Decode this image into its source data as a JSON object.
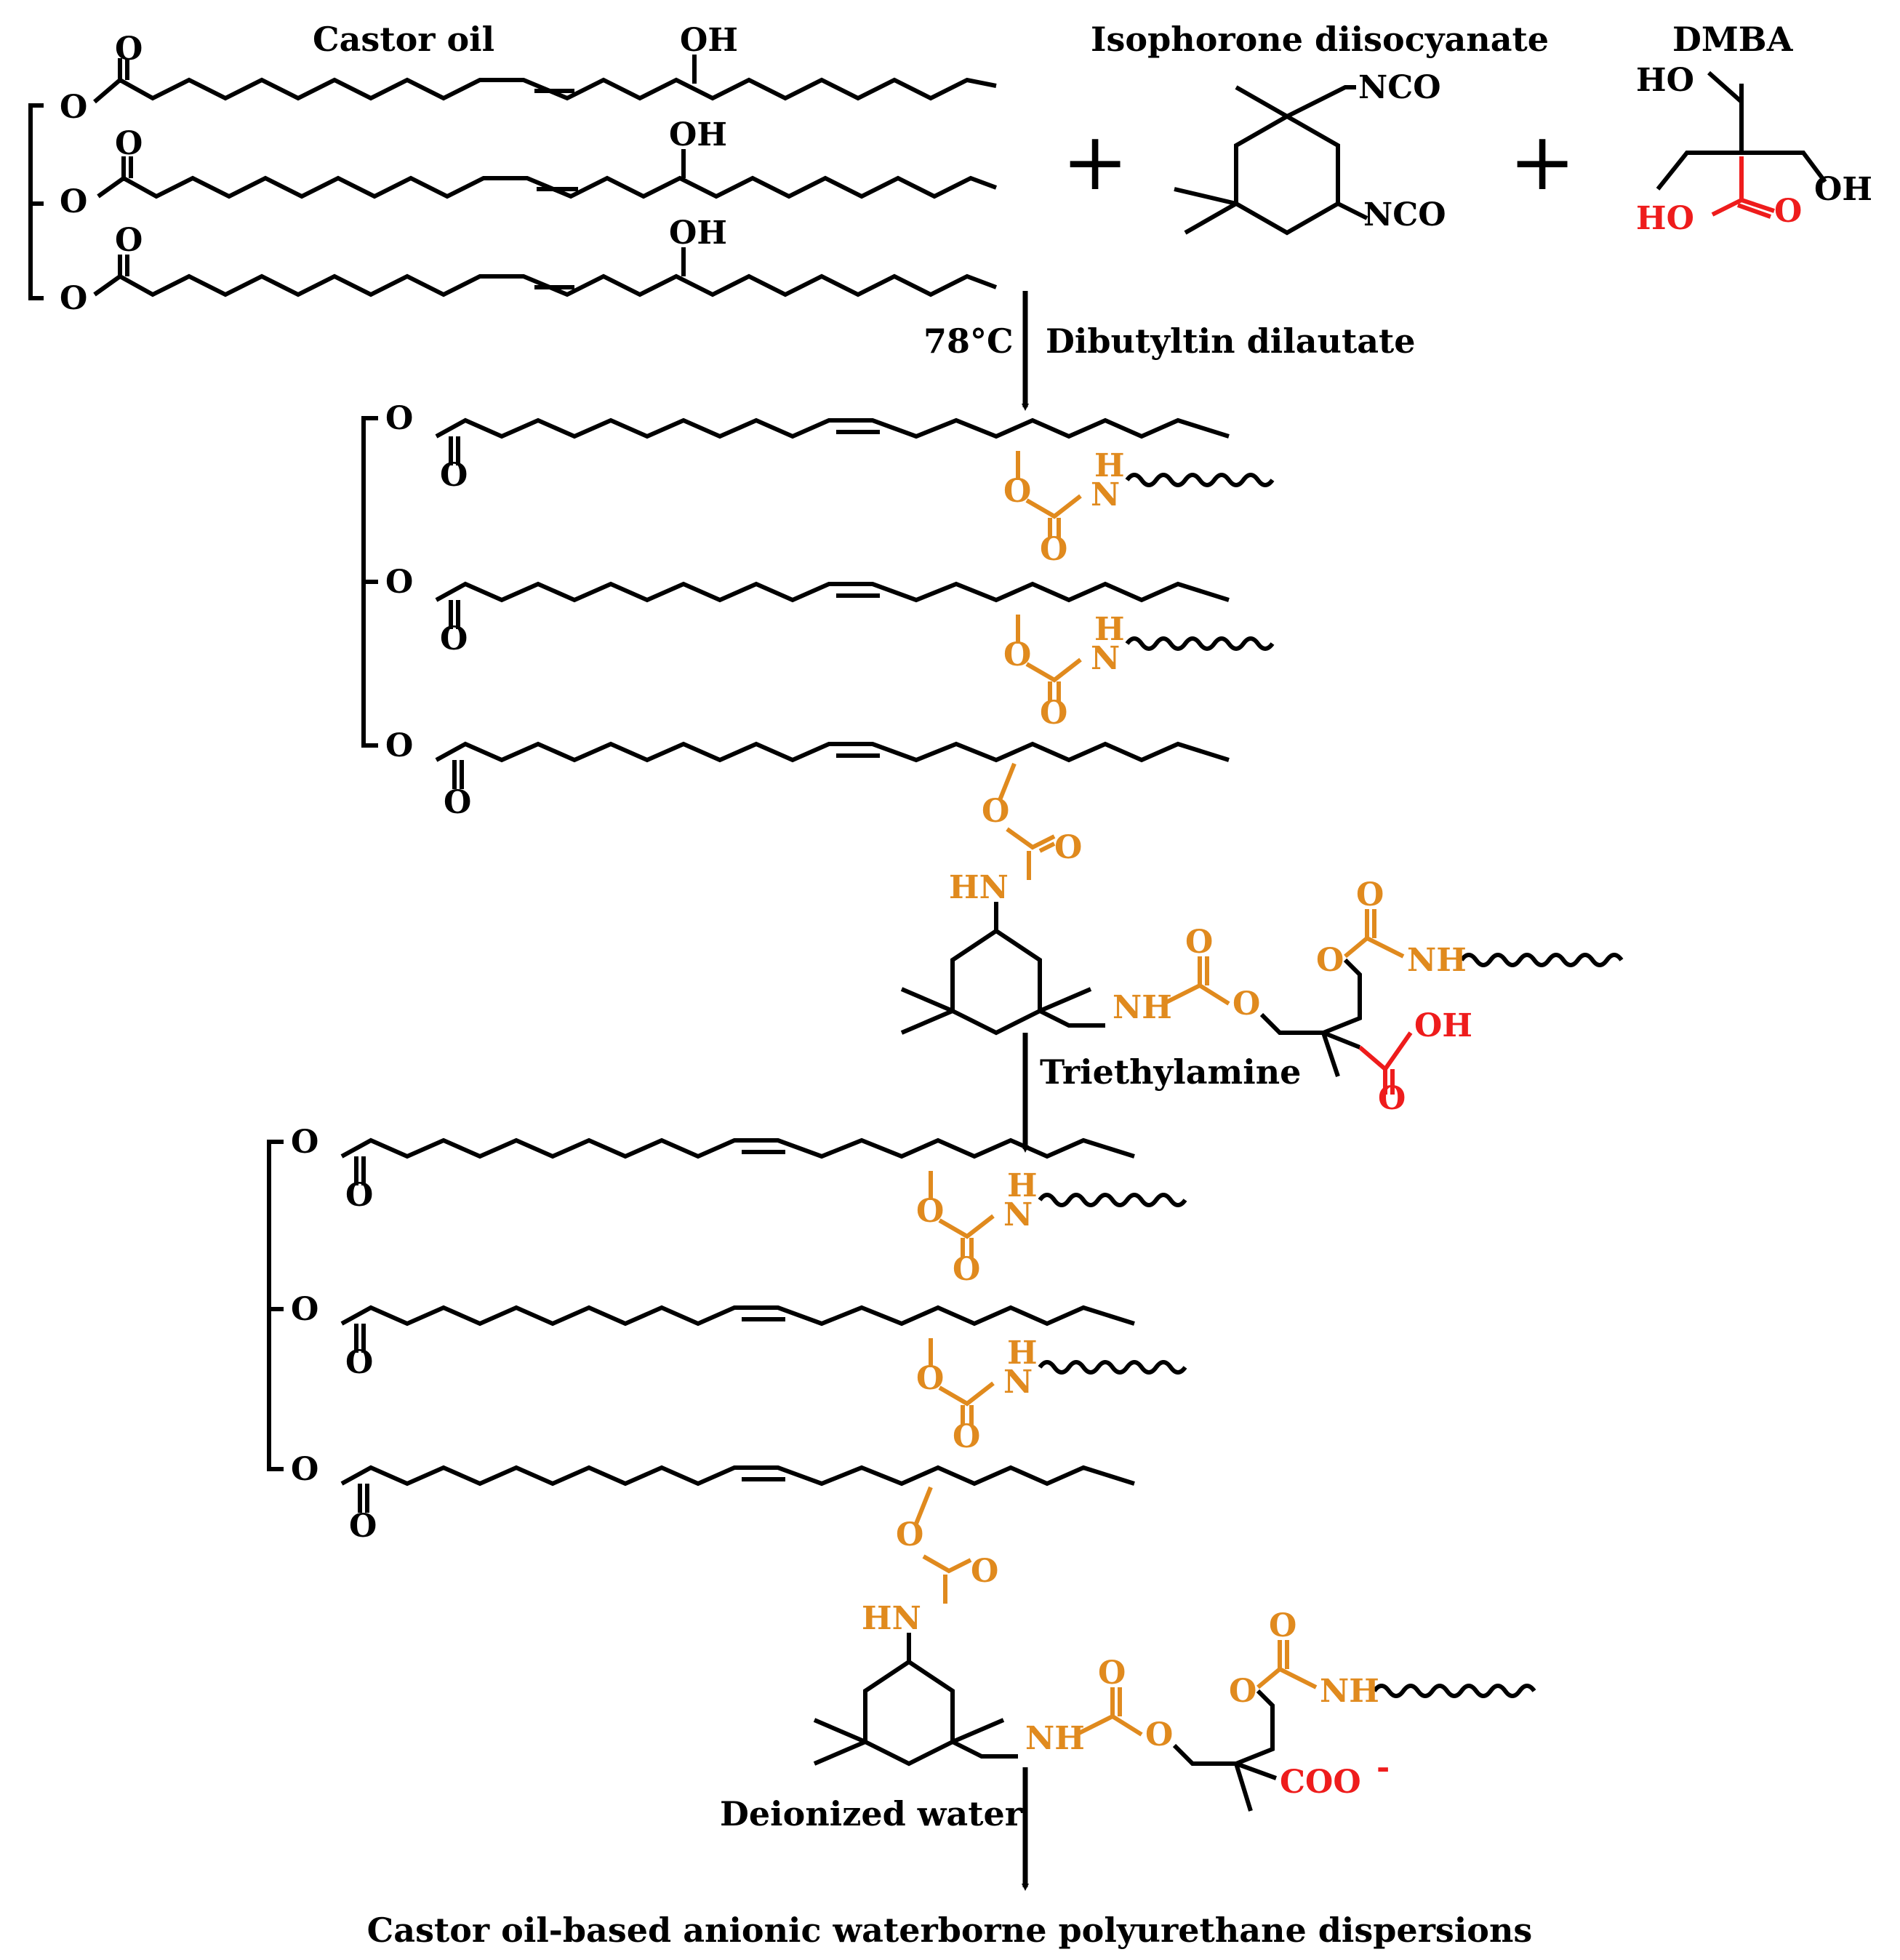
{
  "colors": {
    "bond": "#000000",
    "urethane": "#e08a1e",
    "acid": "#ee1c1c",
    "background": "#ffffff"
  },
  "reactants": {
    "castor_oil": "Castor oil",
    "ipdi": "Isophorone diisocyanate",
    "dmba": "DMBA",
    "plus": "+"
  },
  "steps": {
    "step1_temp": "78°C",
    "step1_catalyst": "Dibutyltin dilautate",
    "step2": "Triethylamine",
    "step3": "Deionized water"
  },
  "product": "Castor oil-based anionic waterborne polyurethane dispersions",
  "atoms": {
    "O": "O",
    "OH": "OH",
    "HO": "HO",
    "NCO": "NCO",
    "H": "H",
    "N": "N",
    "HN": "HN",
    "NH": "NH",
    "COO": "COO",
    "minus": "-"
  }
}
